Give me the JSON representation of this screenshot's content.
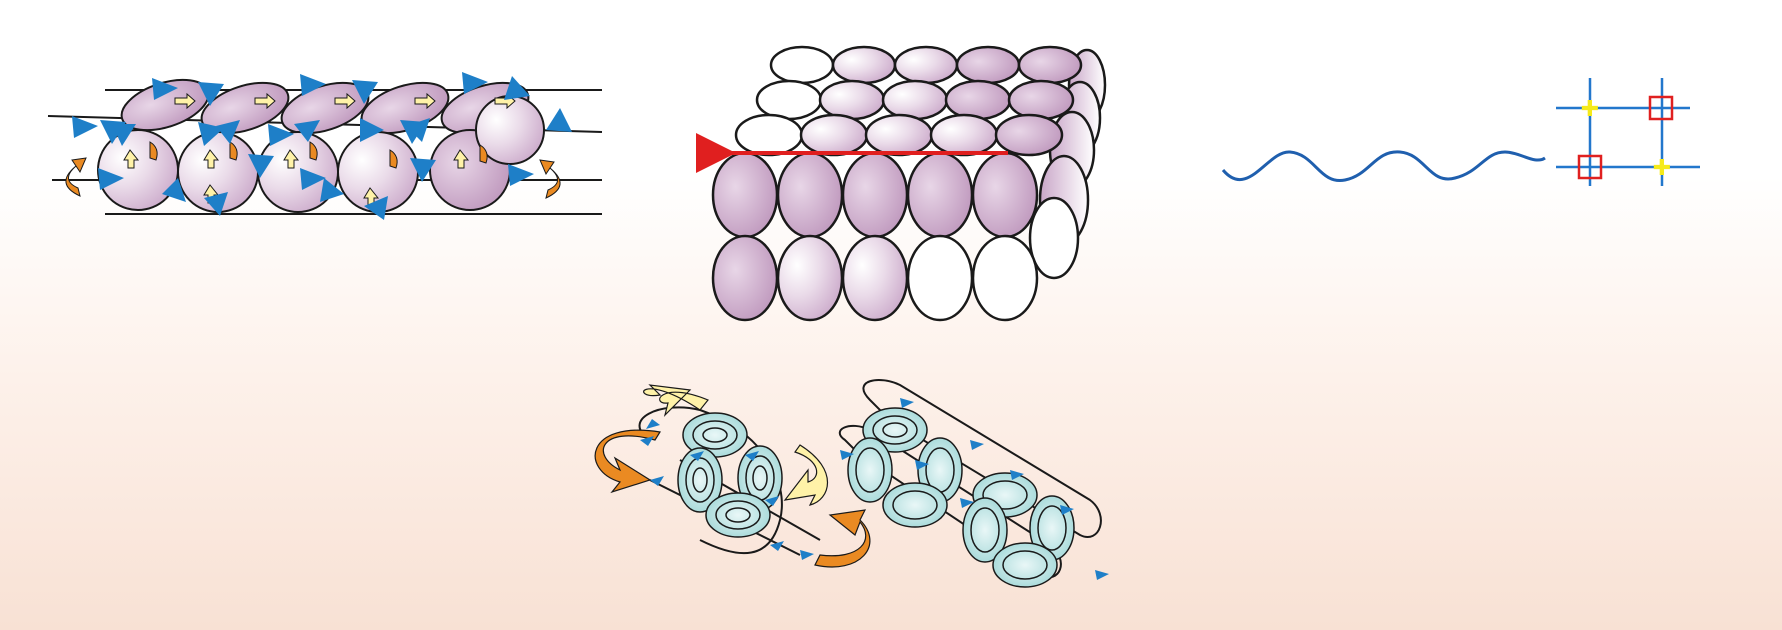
{
  "colors": {
    "sphere_fill": "#d9bfd8",
    "sphere_light": "#ffffff",
    "outline": "#1a1a1a",
    "spin_arrow": "#1e7fc8",
    "rotation_arrow_orange": "#ea8a22",
    "rotation_arrow_yellow": "#fff2a8",
    "propagation_arrow": "#e01f1f",
    "wave": "#1f5fae",
    "lattice_line": "#2277cc",
    "site_marker": "#e02020",
    "site_star": "#f5ea1a",
    "orbital_fill": "#bfe6e6"
  },
  "panels": [
    {
      "id": "tilted-sphere-chain",
      "icon": "spin-chain"
    },
    {
      "id": "stacked-sphere-block",
      "icon": "sphere-stack"
    },
    {
      "id": "wave-and-lattice",
      "icon": "wave-lattice"
    },
    {
      "id": "orbital-rings",
      "icon": "orbital-chain"
    }
  ]
}
